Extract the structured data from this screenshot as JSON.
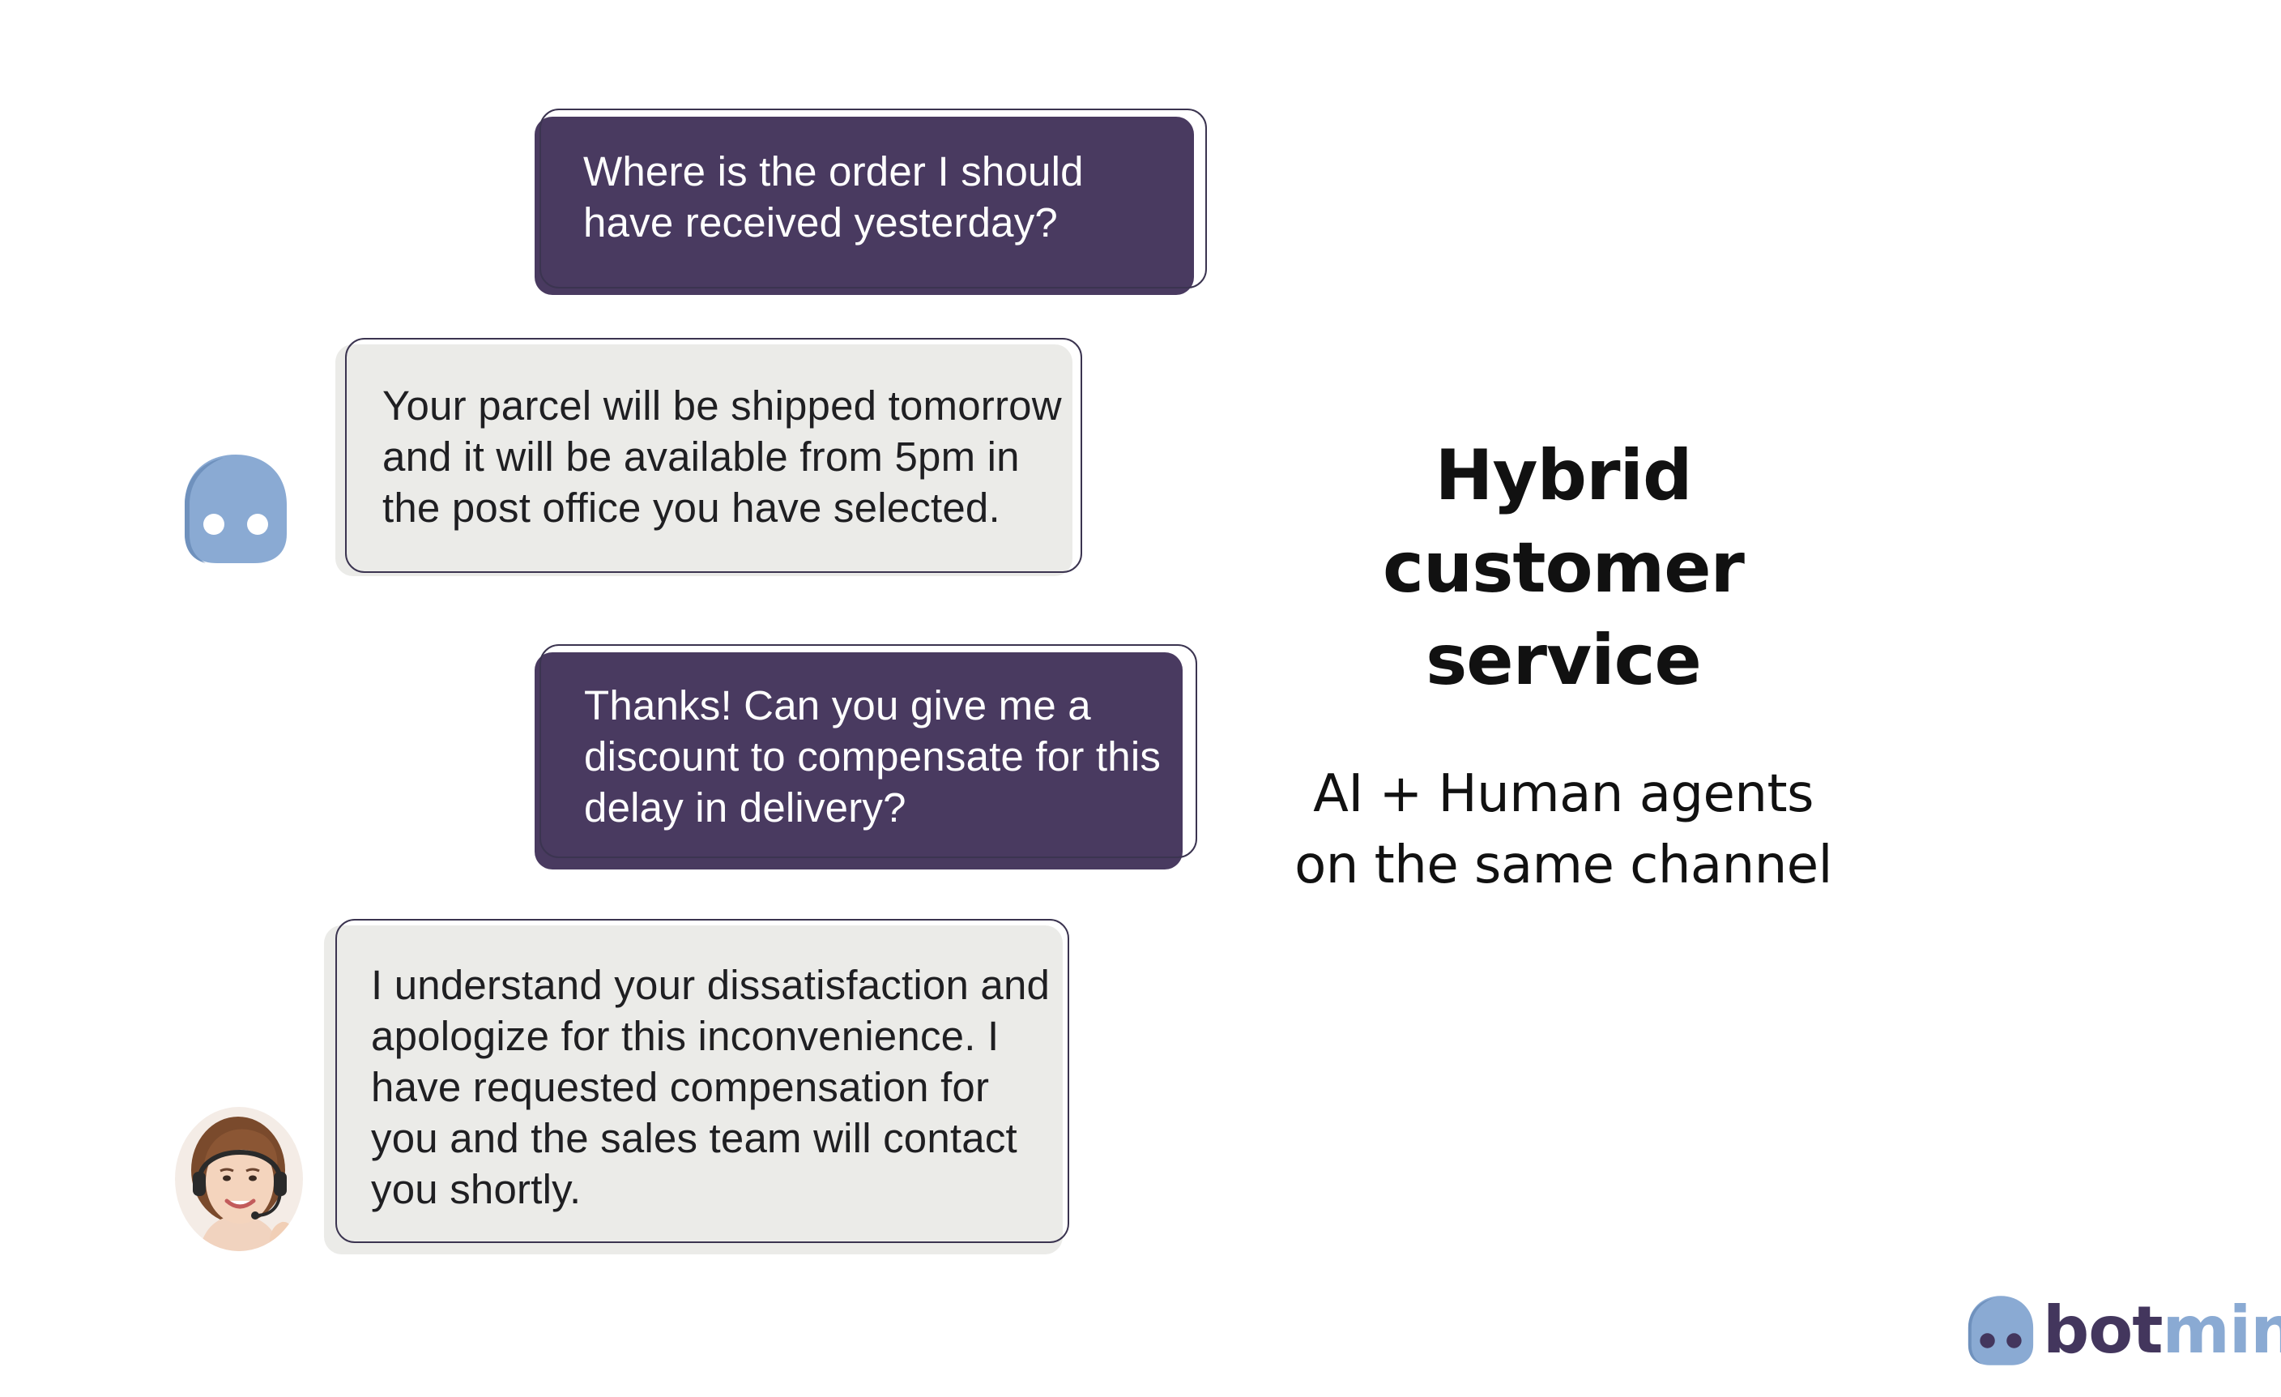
{
  "chat": {
    "messages": [
      {
        "role": "customer",
        "lines": [
          "Where is the order I should",
          "have received yesterday?"
        ]
      },
      {
        "role": "bot",
        "lines": [
          "Your parcel will be shipped tomorrow",
          "and it will be available from 5pm in",
          "the post office you have selected."
        ]
      },
      {
        "role": "customer",
        "lines": [
          "Thanks! Can you give me a",
          "discount to compensate for this",
          "delay in delivery?"
        ]
      },
      {
        "role": "human-agent",
        "lines": [
          "I understand your dissatisfaction and",
          "apologize for this inconvenience. I",
          "have requested compensation for",
          "you and the sales team will contact",
          "you shortly."
        ]
      }
    ]
  },
  "headline": {
    "title_lines": [
      "Hybrid",
      "customer service"
    ],
    "subtitle_lines": [
      "AI + Human agents",
      "on the same channel"
    ]
  },
  "logo": {
    "part1": "bot",
    "part2": "mind"
  },
  "icons": {
    "bot_avatar": "robot-icon",
    "human_avatar": "agent-headset-icon"
  },
  "colors": {
    "customer_bubble": "#493a60",
    "reply_bubble": "#ebebe8",
    "bot_blue": "#8aaad3",
    "logo_dark": "#43365d"
  }
}
